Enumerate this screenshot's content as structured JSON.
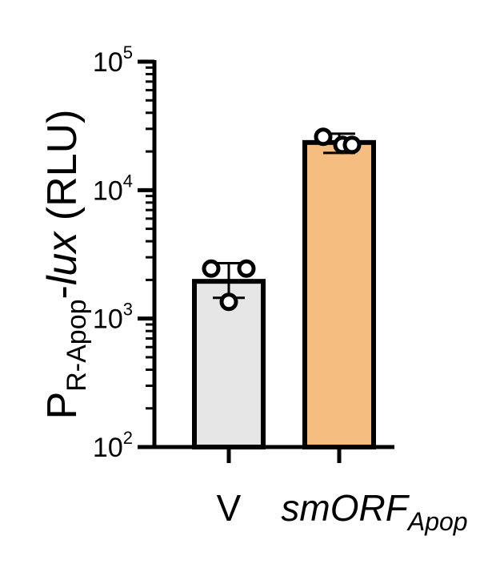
{
  "chart_data": {
    "type": "bar",
    "yscale": "log",
    "ylim": [
      100,
      100000
    ],
    "ylabel": {
      "main": "P",
      "subscript": "R-Apop",
      "dash": "-",
      "italic": "lux",
      "suffix": " (RLU)"
    },
    "yticks": [
      {
        "value": 100,
        "base": "10",
        "exp": "2"
      },
      {
        "value": 1000,
        "base": "10",
        "exp": "3"
      },
      {
        "value": 10000,
        "base": "10",
        "exp": "4"
      },
      {
        "value": 100000,
        "base": "10",
        "exp": "5"
      }
    ],
    "categories": [
      {
        "label": "V",
        "italic": false,
        "subscript": ""
      },
      {
        "label": "smORF",
        "italic": true,
        "subscript": "Apop"
      }
    ],
    "values": [
      1950,
      23500
    ],
    "error": [
      [
        1450,
        2700
      ],
      [
        19500,
        27500
      ]
    ],
    "points": [
      [
        2450,
        2450,
        1350
      ],
      [
        26000,
        22500,
        22500
      ]
    ],
    "bar_colors": [
      "#e6e6e6",
      "#f5bd80"
    ],
    "grid": false,
    "legend": "none"
  }
}
